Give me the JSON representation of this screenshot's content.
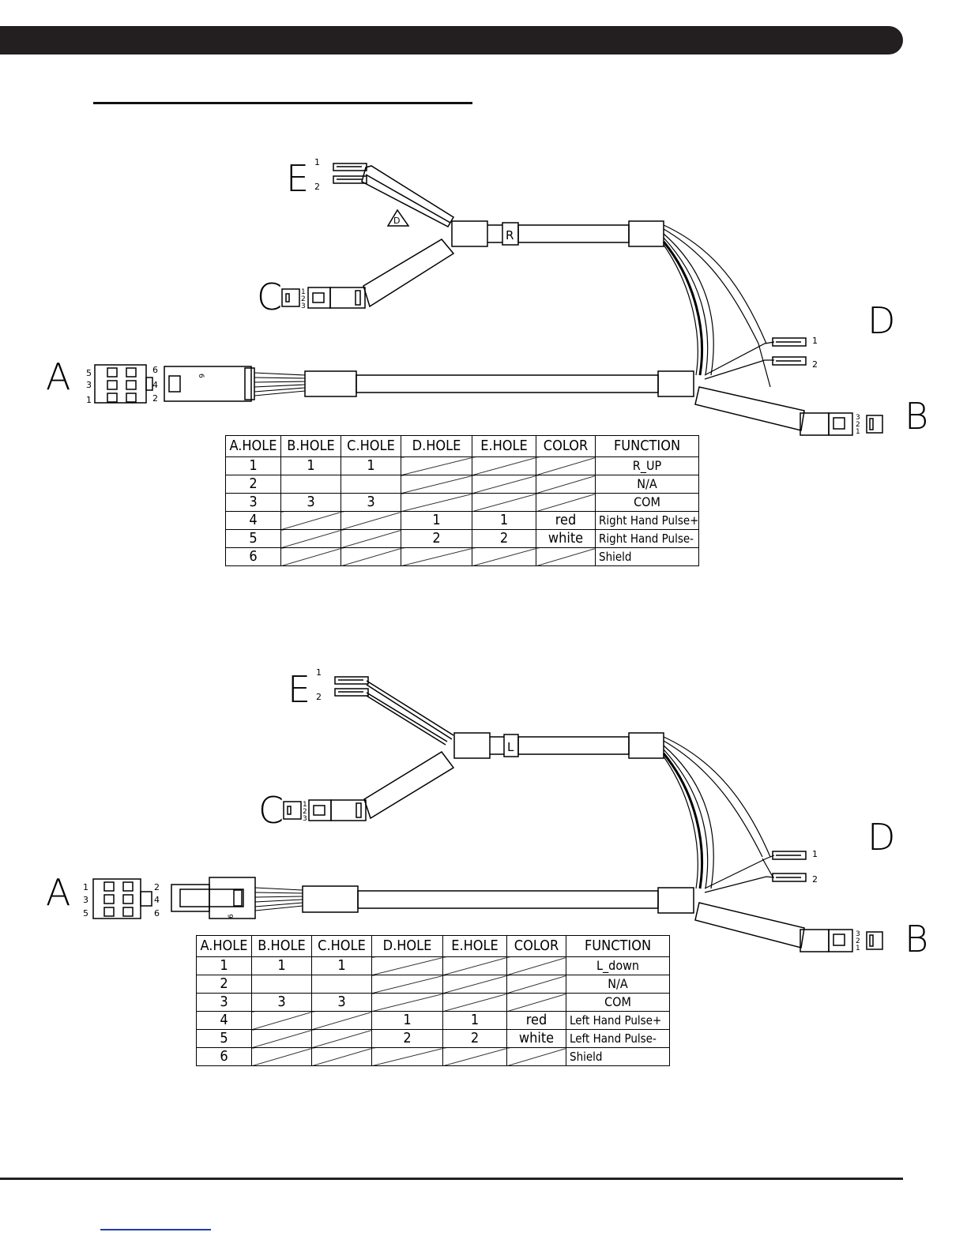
{
  "page": {
    "header_bar_color": "#231f20"
  },
  "diagram_top": {
    "labels": {
      "a": "A",
      "b": "B",
      "c": "C",
      "d": "D",
      "e": "E"
    },
    "sleeve_marker": "R",
    "flag_marker": "D",
    "pins": {
      "a_left": [
        "5",
        "3",
        "1"
      ],
      "a_right": [
        "6",
        "4",
        "2"
      ],
      "a_plug": "6",
      "b": [
        "3",
        "2",
        "1"
      ],
      "c": [
        "1",
        "2",
        "3"
      ],
      "d": [
        "1",
        "2"
      ],
      "e": [
        "1",
        "2"
      ]
    }
  },
  "table_top": {
    "headers": [
      "A.HOLE",
      "B.HOLE",
      "C.HOLE",
      "D.HOLE",
      "E.HOLE",
      "COLOR",
      "FUNCTION"
    ],
    "rows": [
      {
        "a": "1",
        "b": "1",
        "c": "1",
        "d": "",
        "e": "",
        "color": "",
        "function": "R_UP"
      },
      {
        "a": "2",
        "b": "",
        "c": "",
        "d": "",
        "e": "",
        "color": "",
        "function": "N/A"
      },
      {
        "a": "3",
        "b": "3",
        "c": "3",
        "d": "",
        "e": "",
        "color": "",
        "function": "COM"
      },
      {
        "a": "4",
        "b": "",
        "c": "",
        "d": "1",
        "e": "1",
        "color": "red",
        "function": "Right Hand Pulse+"
      },
      {
        "a": "5",
        "b": "",
        "c": "",
        "d": "2",
        "e": "2",
        "color": "white",
        "function": "Right Hand Pulse-"
      },
      {
        "a": "6",
        "b": "",
        "c": "",
        "d": "",
        "e": "",
        "color": "",
        "function": "Shield"
      }
    ]
  },
  "diagram_bottom": {
    "labels": {
      "a": "A",
      "b": "B",
      "c": "C",
      "d": "D",
      "e": "E"
    },
    "sleeve_marker": "L",
    "pins": {
      "a_left": [
        "1",
        "3",
        "5"
      ],
      "a_right": [
        "2",
        "4",
        "6"
      ],
      "a_plug": "6",
      "b": [
        "3",
        "2",
        "1"
      ],
      "c": [
        "1",
        "2",
        "3"
      ],
      "d": [
        "1",
        "2"
      ],
      "e": [
        "1",
        "2"
      ]
    }
  },
  "table_bottom": {
    "headers": [
      "A.HOLE",
      "B.HOLE",
      "C.HOLE",
      "D.HOLE",
      "E.HOLE",
      "COLOR",
      "FUNCTION"
    ],
    "rows": [
      {
        "a": "1",
        "b": "1",
        "c": "1",
        "d": "",
        "e": "",
        "color": "",
        "function": "L_down"
      },
      {
        "a": "2",
        "b": "",
        "c": "",
        "d": "",
        "e": "",
        "color": "",
        "function": "N/A"
      },
      {
        "a": "3",
        "b": "3",
        "c": "3",
        "d": "",
        "e": "",
        "color": "",
        "function": "COM"
      },
      {
        "a": "4",
        "b": "",
        "c": "",
        "d": "1",
        "e": "1",
        "color": "red",
        "function": "Left Hand Pulse+"
      },
      {
        "a": "5",
        "b": "",
        "c": "",
        "d": "2",
        "e": "2",
        "color": "white",
        "function": "Left Hand Pulse-"
      },
      {
        "a": "6",
        "b": "",
        "c": "",
        "d": "",
        "e": "",
        "color": "",
        "function": "Shield"
      }
    ]
  }
}
